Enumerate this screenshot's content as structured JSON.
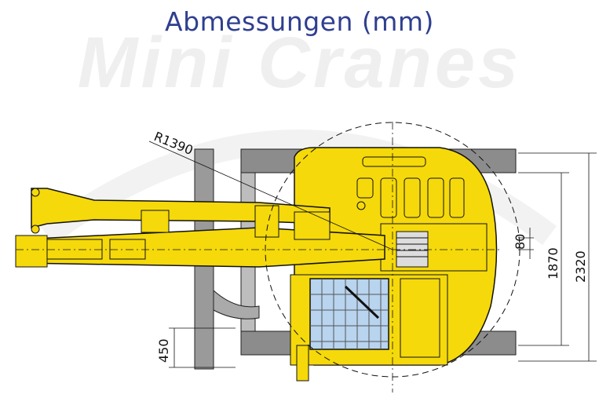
{
  "header": {
    "title": "Abmessungen (mm)"
  },
  "watermark": {
    "text": "Mini Cranes"
  },
  "dimensions": {
    "radius": "R1390",
    "d80": "80",
    "d1870": "1870",
    "d2320": "2320",
    "d450": "450"
  },
  "colors": {
    "machine_yellow": "#f5d90a",
    "track_gray": "#8c8c8c",
    "window_blue": "#b8d4ee",
    "outline": "#111111"
  }
}
